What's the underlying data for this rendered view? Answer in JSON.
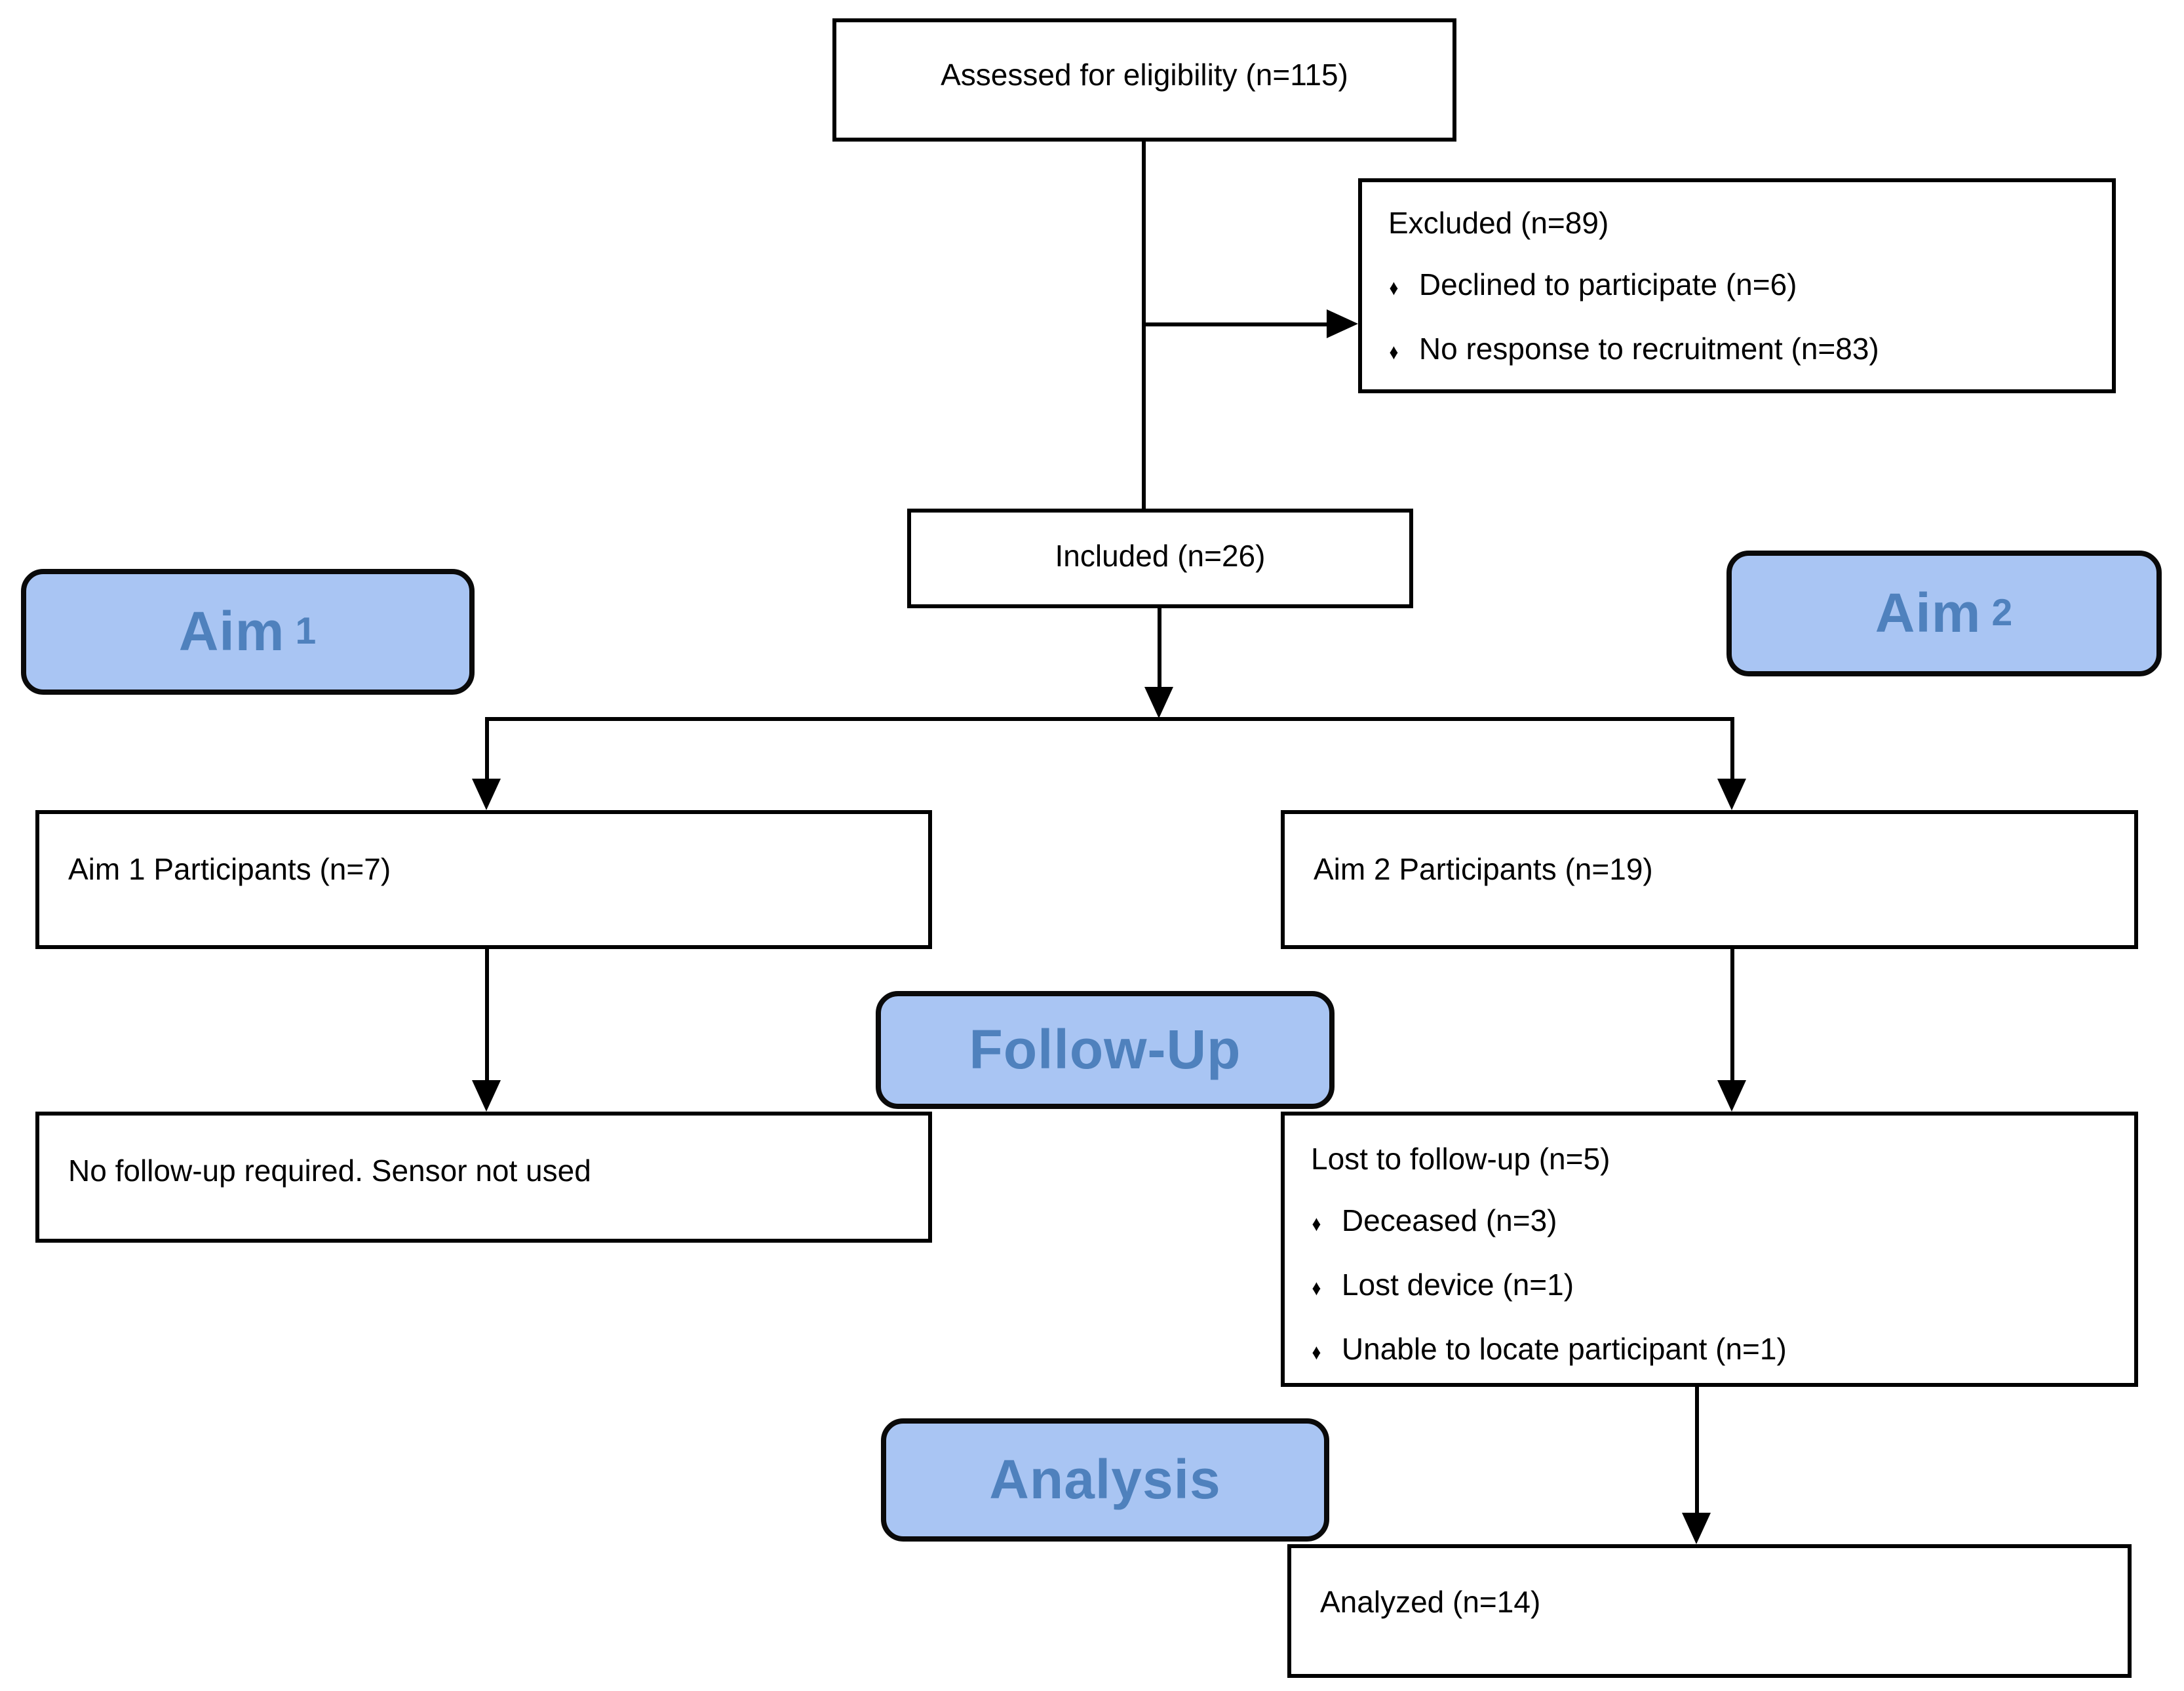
{
  "diagram": {
    "assessed": {
      "text": "Assessed for eligibility (n=115)"
    },
    "excluded": {
      "title": "Excluded (n=89)",
      "bullets": [
        "Declined to participate (n=6)",
        "No response to recruitment (n=83)"
      ]
    },
    "included": {
      "text": "Included (n=26)"
    },
    "aim1_badge": {
      "prefix": "Aim",
      "number": "1"
    },
    "aim2_badge": {
      "prefix": "Aim",
      "number": "2"
    },
    "aim1_participants": {
      "text": "Aim 1 Participants (n=7)"
    },
    "aim2_participants": {
      "text": "Aim 2 Participants (n=19)"
    },
    "followup_badge": {
      "label": "Follow-Up"
    },
    "no_followup": {
      "text": "No follow-up required. Sensor not used"
    },
    "lost_followup": {
      "title": "Lost to follow-up (n=5)",
      "bullets": [
        "Deceased (n=3)",
        "Lost device (n=1)",
        "Unable to locate participant (n=1)"
      ]
    },
    "analysis_badge": {
      "label": "Analysis"
    },
    "analyzed": {
      "text": "Analyzed (n=14)"
    },
    "bullet_glyph": "♦",
    "colors": {
      "badge_fill": "#a9c5f3",
      "badge_text": "#4f81bd",
      "line": "#000000"
    }
  }
}
